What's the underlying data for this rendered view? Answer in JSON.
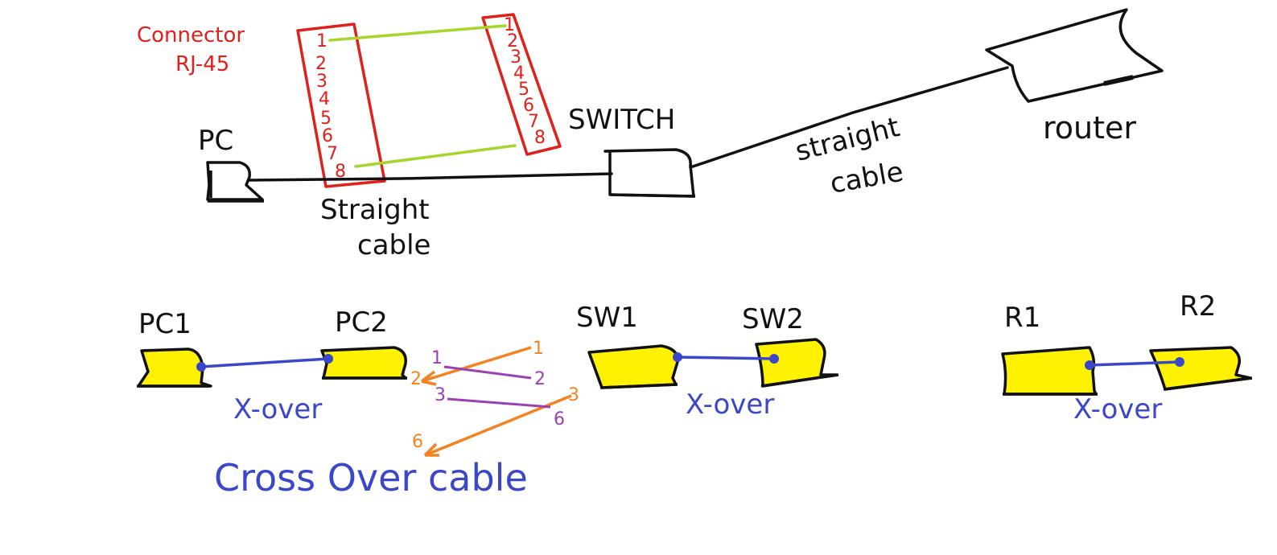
{
  "colors": {
    "ink": "#111111",
    "red": "#e0201b",
    "green": "#a6d62a",
    "blue": "#3b47c9",
    "yellow": "#fff200",
    "orange": "#f5821f",
    "purple": "#9b3fb5"
  },
  "top": {
    "connector_label_1": "Connector",
    "connector_label_2": "RJ-45",
    "pc_label": "PC",
    "switch_label": "SWITCH",
    "router_label": "router",
    "cable1_line1": "Straight",
    "cable1_line2": "cable",
    "cable2_line1": "straight",
    "cable2_line2": "cable",
    "left_pins": [
      "1",
      "2",
      "3",
      "4",
      "5",
      "6",
      "7",
      "8"
    ],
    "right_pins": [
      "1",
      "2",
      "3",
      "4",
      "5",
      "6",
      "7",
      "8"
    ]
  },
  "bottom": {
    "pc1_label": "PC1",
    "pc2_label": "PC2",
    "sw1_label": "SW1",
    "sw2_label": "SW2",
    "r1_label": "R1",
    "r2_label": "R2",
    "xover_label": "X-over",
    "crossover_title": "Cross Over cable",
    "cross_pins_left": [
      "1",
      "2",
      "3",
      "6"
    ],
    "cross_pins_right": [
      "1",
      "2",
      "3",
      "6"
    ]
  }
}
